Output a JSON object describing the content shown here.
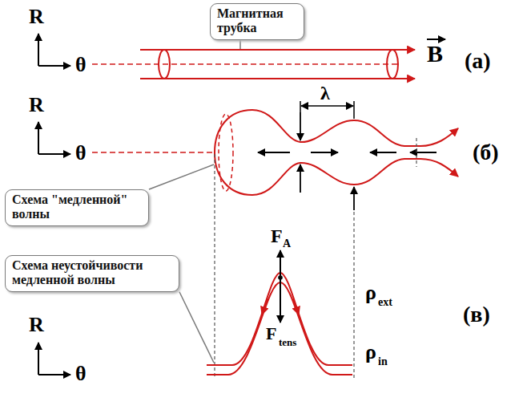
{
  "diagram": {
    "nodes": [
      {
        "text": [
          "Магнитная трубка"
        ]
      },
      {
        "text": [
          "Схема \"медленной\" волны"
        ]
      },
      {
        "text": [
          "Схема неустойчивости медленной волны"
        ]
      }
    ],
    "labels": [
      "R",
      "θ",
      "B",
      "(а)",
      "R",
      "θ",
      "λ",
      "(б)",
      "F",
      "A",
      "ρ",
      "ext",
      "R",
      "θ",
      "ρ",
      "in",
      "F",
      "tens",
      "(в)"
    ]
  }
}
